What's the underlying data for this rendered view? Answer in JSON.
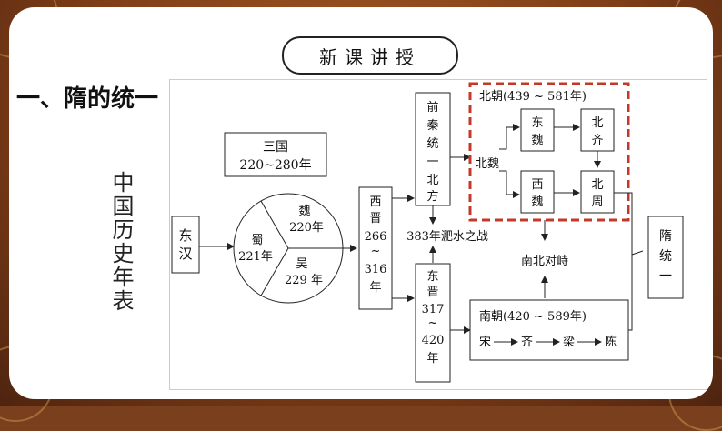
{
  "header": {
    "title": "新课讲授"
  },
  "section": {
    "title": "一、隋的统一"
  },
  "side": {
    "title": "中国历史年表"
  },
  "diagram": {
    "dong_han": [
      "东",
      "汉"
    ],
    "san_guo_box": [
      "三国",
      "220~280年"
    ],
    "wei": [
      "魏",
      "220年"
    ],
    "shu": [
      "蜀",
      "221年"
    ],
    "wu": [
      "吴",
      "229 年"
    ],
    "xi_jin": [
      "西",
      "晋",
      "266",
      "~",
      "316",
      "年"
    ],
    "qian_qin": [
      "前",
      "秦",
      "统",
      "一",
      "北",
      "方"
    ],
    "feishui": "383年淝水之战",
    "dong_jin": [
      "东",
      "晋",
      "317",
      "~",
      "420",
      "年"
    ],
    "bei_chao_title": "北朝(439 ~ 581年)",
    "bei_wei": "北魏",
    "dong_wei": [
      "东",
      "魏"
    ],
    "bei_qi": [
      "北",
      "齐"
    ],
    "xi_wei": [
      "西",
      "魏"
    ],
    "bei_zhou": [
      "北",
      "周"
    ],
    "nan_bei": "南北对峙",
    "nan_chao_title": "南朝(420 ~ 589年)",
    "nan_chao_seq": [
      "宋",
      "齐",
      "梁",
      "陈"
    ],
    "sui": [
      "隋",
      "统",
      "一"
    ]
  },
  "colors": {
    "dashed_border": "#c0392b",
    "frame": "#8a4418"
  }
}
